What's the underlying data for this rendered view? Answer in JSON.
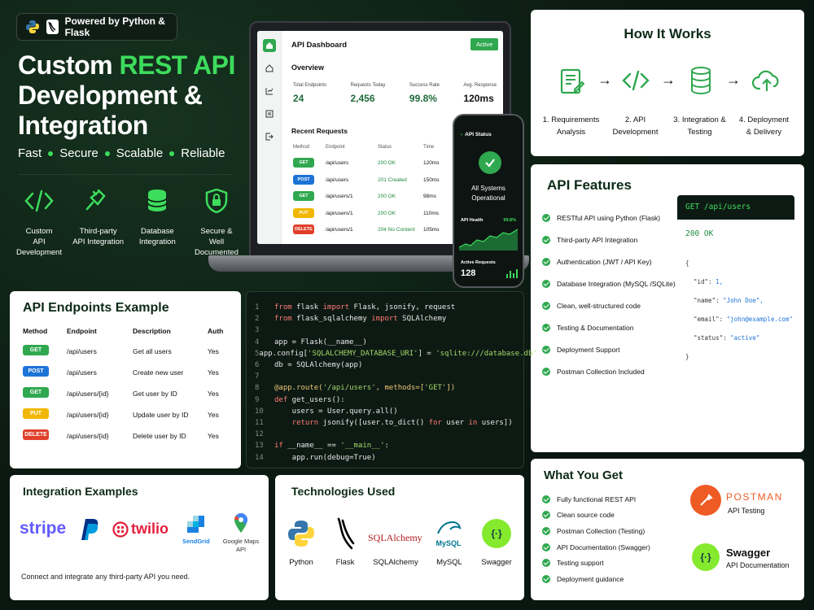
{
  "badge": {
    "text": "Powered by Python & Flask"
  },
  "hero": {
    "title_part1": "Custom ",
    "title_highlight": "REST API",
    "title_part2": "Development &",
    "title_part3": "Integration",
    "tags": [
      "Fast",
      "Secure",
      "Scalable",
      "Reliable"
    ],
    "accent": "#3ddc5c"
  },
  "services": [
    {
      "icon": "code-icon",
      "line1": "Custom",
      "line2": "API Development"
    },
    {
      "icon": "plug-icon",
      "line1": "Third-party",
      "line2": "API Integration"
    },
    {
      "icon": "database-icon",
      "line1": "Database",
      "line2": "Integration"
    },
    {
      "icon": "shield-lock-icon",
      "line1": "Secure &",
      "line2": "Well Documented"
    }
  ],
  "dashboard": {
    "title": "API Dashboard",
    "status": "Active",
    "overview_title": "Overview",
    "stats": [
      {
        "label": "Total Endpoints",
        "value": "24"
      },
      {
        "label": "Requests Today",
        "value": "2,456"
      },
      {
        "label": "Success Rate",
        "value": "99.8%"
      },
      {
        "label": "Avg. Response",
        "value": "120ms"
      }
    ],
    "recent_title": "Recent Requests",
    "columns": [
      "Method",
      "Endpoint",
      "Status",
      "Time"
    ],
    "rows": [
      {
        "method": "GET",
        "endpoint": "/api/users",
        "status": "200 OK",
        "time": "120ms"
      },
      {
        "method": "POST",
        "endpoint": "/api/users",
        "status": "201 Created",
        "time": "150ms"
      },
      {
        "method": "GET",
        "endpoint": "/api/users/1",
        "status": "200 OK",
        "time": "98ms"
      },
      {
        "method": "PUT",
        "endpoint": "/api/users/1",
        "status": "200 OK",
        "time": "110ms"
      },
      {
        "method": "DELETE",
        "endpoint": "/api/users/1",
        "status": "204 No Content",
        "time": "105ms"
      }
    ]
  },
  "phone": {
    "header": "API Status",
    "status_line1": "All Systems",
    "status_line2": "Operational",
    "health_label": "API Health",
    "health_value": "99.8%",
    "requests_label": "Active Requests",
    "requests_value": "128"
  },
  "how_it_works": {
    "title": "How It Works",
    "steps": [
      {
        "icon": "document-edit-icon",
        "line1": "1. Requirements",
        "line2": "Analysis"
      },
      {
        "icon": "code-icon",
        "line1": "2. API",
        "line2": "Development"
      },
      {
        "icon": "database-icon",
        "line1": "3. Integration &",
        "line2": "Testing"
      },
      {
        "icon": "cloud-upload-icon",
        "line1": "4. Deployment",
        "line2": "& Delivery"
      }
    ]
  },
  "features": {
    "title": "API Features",
    "items": [
      "RESTful API using Python (Flask)",
      "Third-party API Integration",
      "Authentication (JWT / API Key)",
      "Database Integration (MySQL /SQLite)",
      "Clean, well-structured code",
      "Testing & Documentation",
      "Deployment Support",
      "Postman Collection Included"
    ],
    "response": {
      "request": "GET /api/users",
      "status": "200 OK",
      "open": "{",
      "lines": [
        {
          "key": "\"id\"",
          "value": "1,"
        },
        {
          "key": "\"name\"",
          "value": "\"John Doe\","
        },
        {
          "key": "\"email\"",
          "value": "\"john@example.com\""
        },
        {
          "key": "\"status\"",
          "value": "\"active\""
        }
      ],
      "close": "}"
    }
  },
  "endpoints": {
    "title": "API Endpoints Example",
    "columns": [
      "Method",
      "Endpoint",
      "Description",
      "Auth"
    ],
    "rows": [
      {
        "method": "GET",
        "endpoint": "/api/users",
        "description": "Get all users",
        "auth": "Yes"
      },
      {
        "method": "POST",
        "endpoint": "/api/users",
        "description": "Create new user",
        "auth": "Yes"
      },
      {
        "method": "GET",
        "endpoint": "/api/users/{id}",
        "description": "Get user by ID",
        "auth": "Yes"
      },
      {
        "method": "PUT",
        "endpoint": "/api/users/{id}",
        "description": "Update user by ID",
        "auth": "Yes"
      },
      {
        "method": "DELETE",
        "endpoint": "/api/users/{id}",
        "description": "Delete user by ID",
        "auth": "Yes"
      }
    ]
  },
  "code": {
    "lines": [
      {
        "n": "1",
        "t": "from flask import Flask, jsonify, request"
      },
      {
        "n": "2",
        "t": "from flask_sqlalchemy import SQLAlchemy"
      },
      {
        "n": "3",
        "t": ""
      },
      {
        "n": "4",
        "t": "app = Flask(__name__)"
      },
      {
        "n": "5",
        "t": "app.config['SQLALCHEMY_DATABASE_URI'] = 'sqlite:///database.db'"
      },
      {
        "n": "6",
        "t": "db = SQLAlchemy(app)"
      },
      {
        "n": "7",
        "t": ""
      },
      {
        "n": "8",
        "t": "@app.route('/api/users', methods=['GET'])"
      },
      {
        "n": "9",
        "t": "def get_users():"
      },
      {
        "n": "10",
        "t": "    users = User.query.all()"
      },
      {
        "n": "11",
        "t": "    return jsonify([user.to_dict() for user in users])"
      },
      {
        "n": "12",
        "t": ""
      },
      {
        "n": "13",
        "t": "if __name__ == '__main__':"
      },
      {
        "n": "14",
        "t": "    app.run(debug=True)"
      }
    ]
  },
  "integrations": {
    "title": "Integration Examples",
    "logos": [
      {
        "name": "stripe",
        "color": "#635bff"
      },
      {
        "name": "paypal",
        "color": "#003087"
      },
      {
        "name": "twilio",
        "color": "#e31e3b"
      },
      {
        "name": "SendGrid",
        "color": "#1a82e2"
      },
      {
        "name": "Google Maps",
        "sub": "API",
        "color": "#4285f4"
      }
    ],
    "footer": "Connect and integrate any third-party API you need."
  },
  "technologies": {
    "title": "Technologies Used",
    "items": [
      "Python",
      "Flask",
      "SQLAlchemy",
      "MySQL",
      "Swagger"
    ],
    "sqlalchemy_logo": "SQLAlchemy",
    "mysql_logo": "MySQL"
  },
  "what_you_get": {
    "title": "What You Get",
    "items": [
      "Fully functional REST API",
      "Clean source code",
      "Postman Collection (Testing)",
      "API Documentation (Swagger)",
      "Testing support",
      "Deployment guidance"
    ],
    "postman": {
      "name": "POSTMAN",
      "sub": "API Testing",
      "color": "#ef5b25"
    },
    "swagger": {
      "name": "Swagger",
      "sub": "API Documentation",
      "color": "#85ea2d"
    }
  }
}
